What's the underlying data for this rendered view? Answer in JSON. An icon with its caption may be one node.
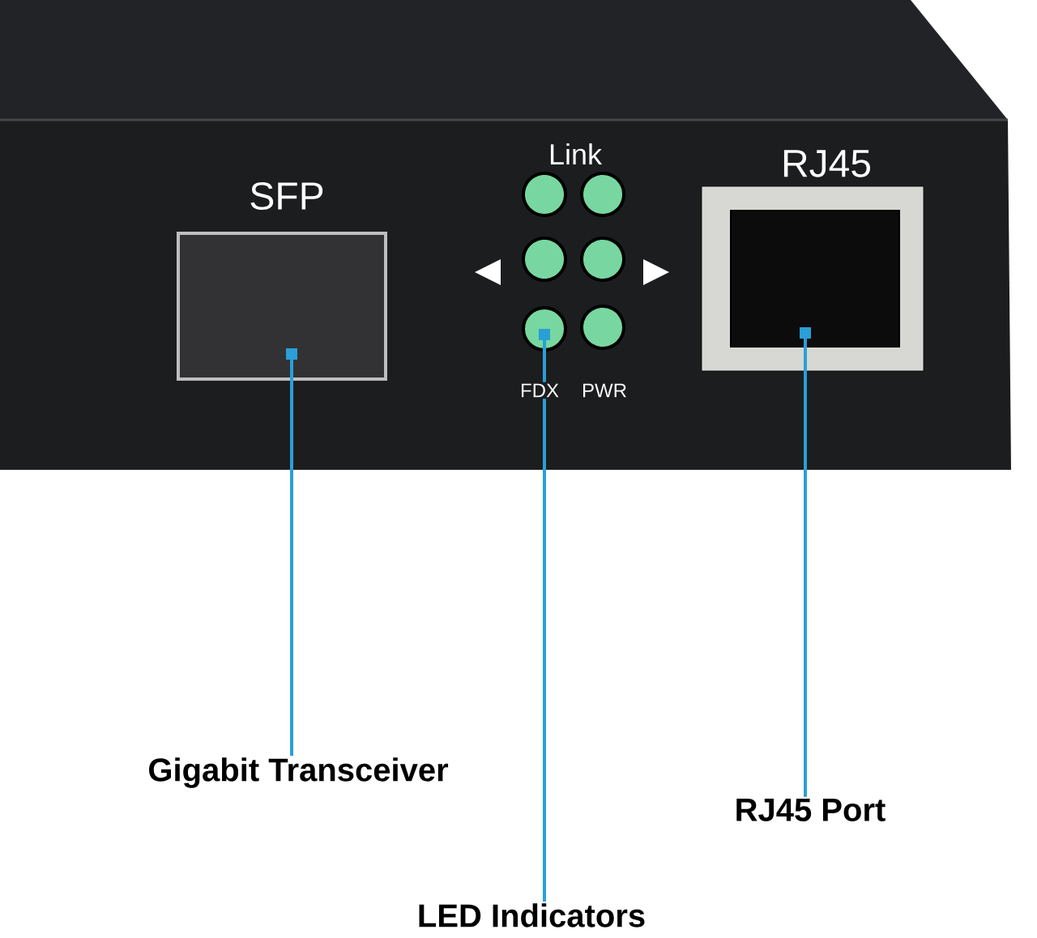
{
  "diagram": {
    "nodes": [
      {
        "text": [],
        "shape": "box",
        "beside": [
          "SFP"
        ]
      },
      {
        "text": [],
        "shape": "circle"
      },
      {
        "text": [],
        "shape": "box",
        "beside": [
          "RJ45"
        ]
      },
      {
        "text": [
          "Gigabit Transceiver"
        ]
      },
      {
        "text": [
          "RJ45 Port"
        ]
      },
      {
        "text": [
          "LED Indicators"
        ]
      }
    ],
    "edges": [
      {
        "from": 3,
        "to": 0,
        "arrow": "other"
      },
      {
        "from": 5,
        "to": 1,
        "arrow": "other"
      },
      {
        "from": 4,
        "to": 2,
        "arrow": "other"
      }
    ],
    "labels": [
      "Link",
      "FDX",
      "PWR"
    ]
  }
}
